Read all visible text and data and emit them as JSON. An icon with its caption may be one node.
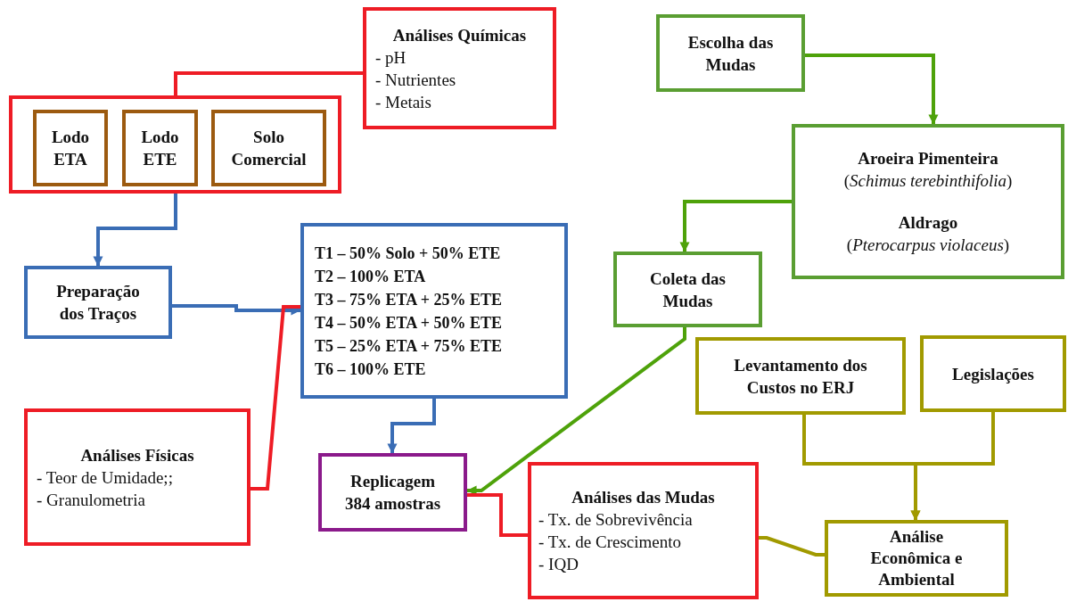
{
  "diagram": {
    "nodes": [
      {
        "text": [],
        "shape": "box"
      },
      {
        "text": [
          "Lodo ETA"
        ],
        "in": 0
      },
      {
        "text": [
          "Lodo ETE"
        ],
        "in": 0
      },
      {
        "text": [
          "Solo Comercial"
        ],
        "in": 0
      },
      {
        "text": [
          "Análises Químicas",
          "- pH",
          "- Nutrientes",
          "- Metais"
        ]
      },
      {
        "text": [
          "Preparação dos Traços"
        ]
      },
      {
        "text": [
          "T1 – 50% Solo + 50% ETE",
          "T2 – 100% ETA",
          "T3 – 75% ETA + 25% ETE",
          "T4 – 50% ETA + 50% ETE",
          "T5 – 25% ETA + 75% ETE",
          "T6 – 100% ETE"
        ]
      },
      {
        "text": [
          "Análises Físicas",
          "- Teor de Umidade;;",
          "- Granulometria"
        ]
      },
      {
        "text": [
          "Replicagem 384 amostras"
        ]
      },
      {
        "text": [
          "Escolha das Mudas"
        ]
      },
      {
        "text": [
          "Aroeira Pimenteira",
          "(*Schimus terebinthifolia*)",
          "Aldrago",
          "(*Pterocarpus  violaceus*)"
        ]
      },
      {
        "text": [
          "Coleta das Mudas"
        ]
      },
      {
        "text": [
          "Levantamento dos Custos no ERJ"
        ]
      },
      {
        "text": [
          "Legislações"
        ]
      },
      {
        "text": [
          "Análises das Mudas",
          "- Tx. de Sobrevivência",
          "- Tx. de Crescimento",
          "- IQD"
        ]
      },
      {
        "text": [
          "Análise Econômica e Ambiental"
        ]
      }
    ],
    "edges": [
      {
        "from": 4,
        "to": 0,
        "arrow": "none",
        "color": "#ee1c25"
      },
      {
        "from": 0,
        "to": 5,
        "arrow": "to",
        "color": "#3a6db5"
      },
      {
        "from": 5,
        "to": 6,
        "arrow": "to",
        "color": "#3a6db5"
      },
      {
        "from": 7,
        "to": 6,
        "arrow": "none",
        "color": "#ee1c25"
      },
      {
        "from": 6,
        "to": 8,
        "arrow": "to",
        "color": "#3a6db5"
      },
      {
        "from": 9,
        "to": 10,
        "arrow": "to",
        "color": "#4ea20a"
      },
      {
        "from": 10,
        "to": 11,
        "arrow": "to",
        "color": "#4ea20a"
      },
      {
        "from": 11,
        "to": 8,
        "arrow": "to",
        "color": "#4ea20a"
      },
      {
        "from": 14,
        "to": 8,
        "arrow": "none",
        "color": "#ee1c25"
      },
      {
        "from": 12,
        "to": 15,
        "arrow": "to",
        "color": "#a19a00"
      },
      {
        "from": 13,
        "to": 15,
        "arrow": "to",
        "color": "#a19a00"
      },
      {
        "from": 14,
        "to": 15,
        "arrow": "none",
        "color": "#a19a00"
      }
    ]
  }
}
